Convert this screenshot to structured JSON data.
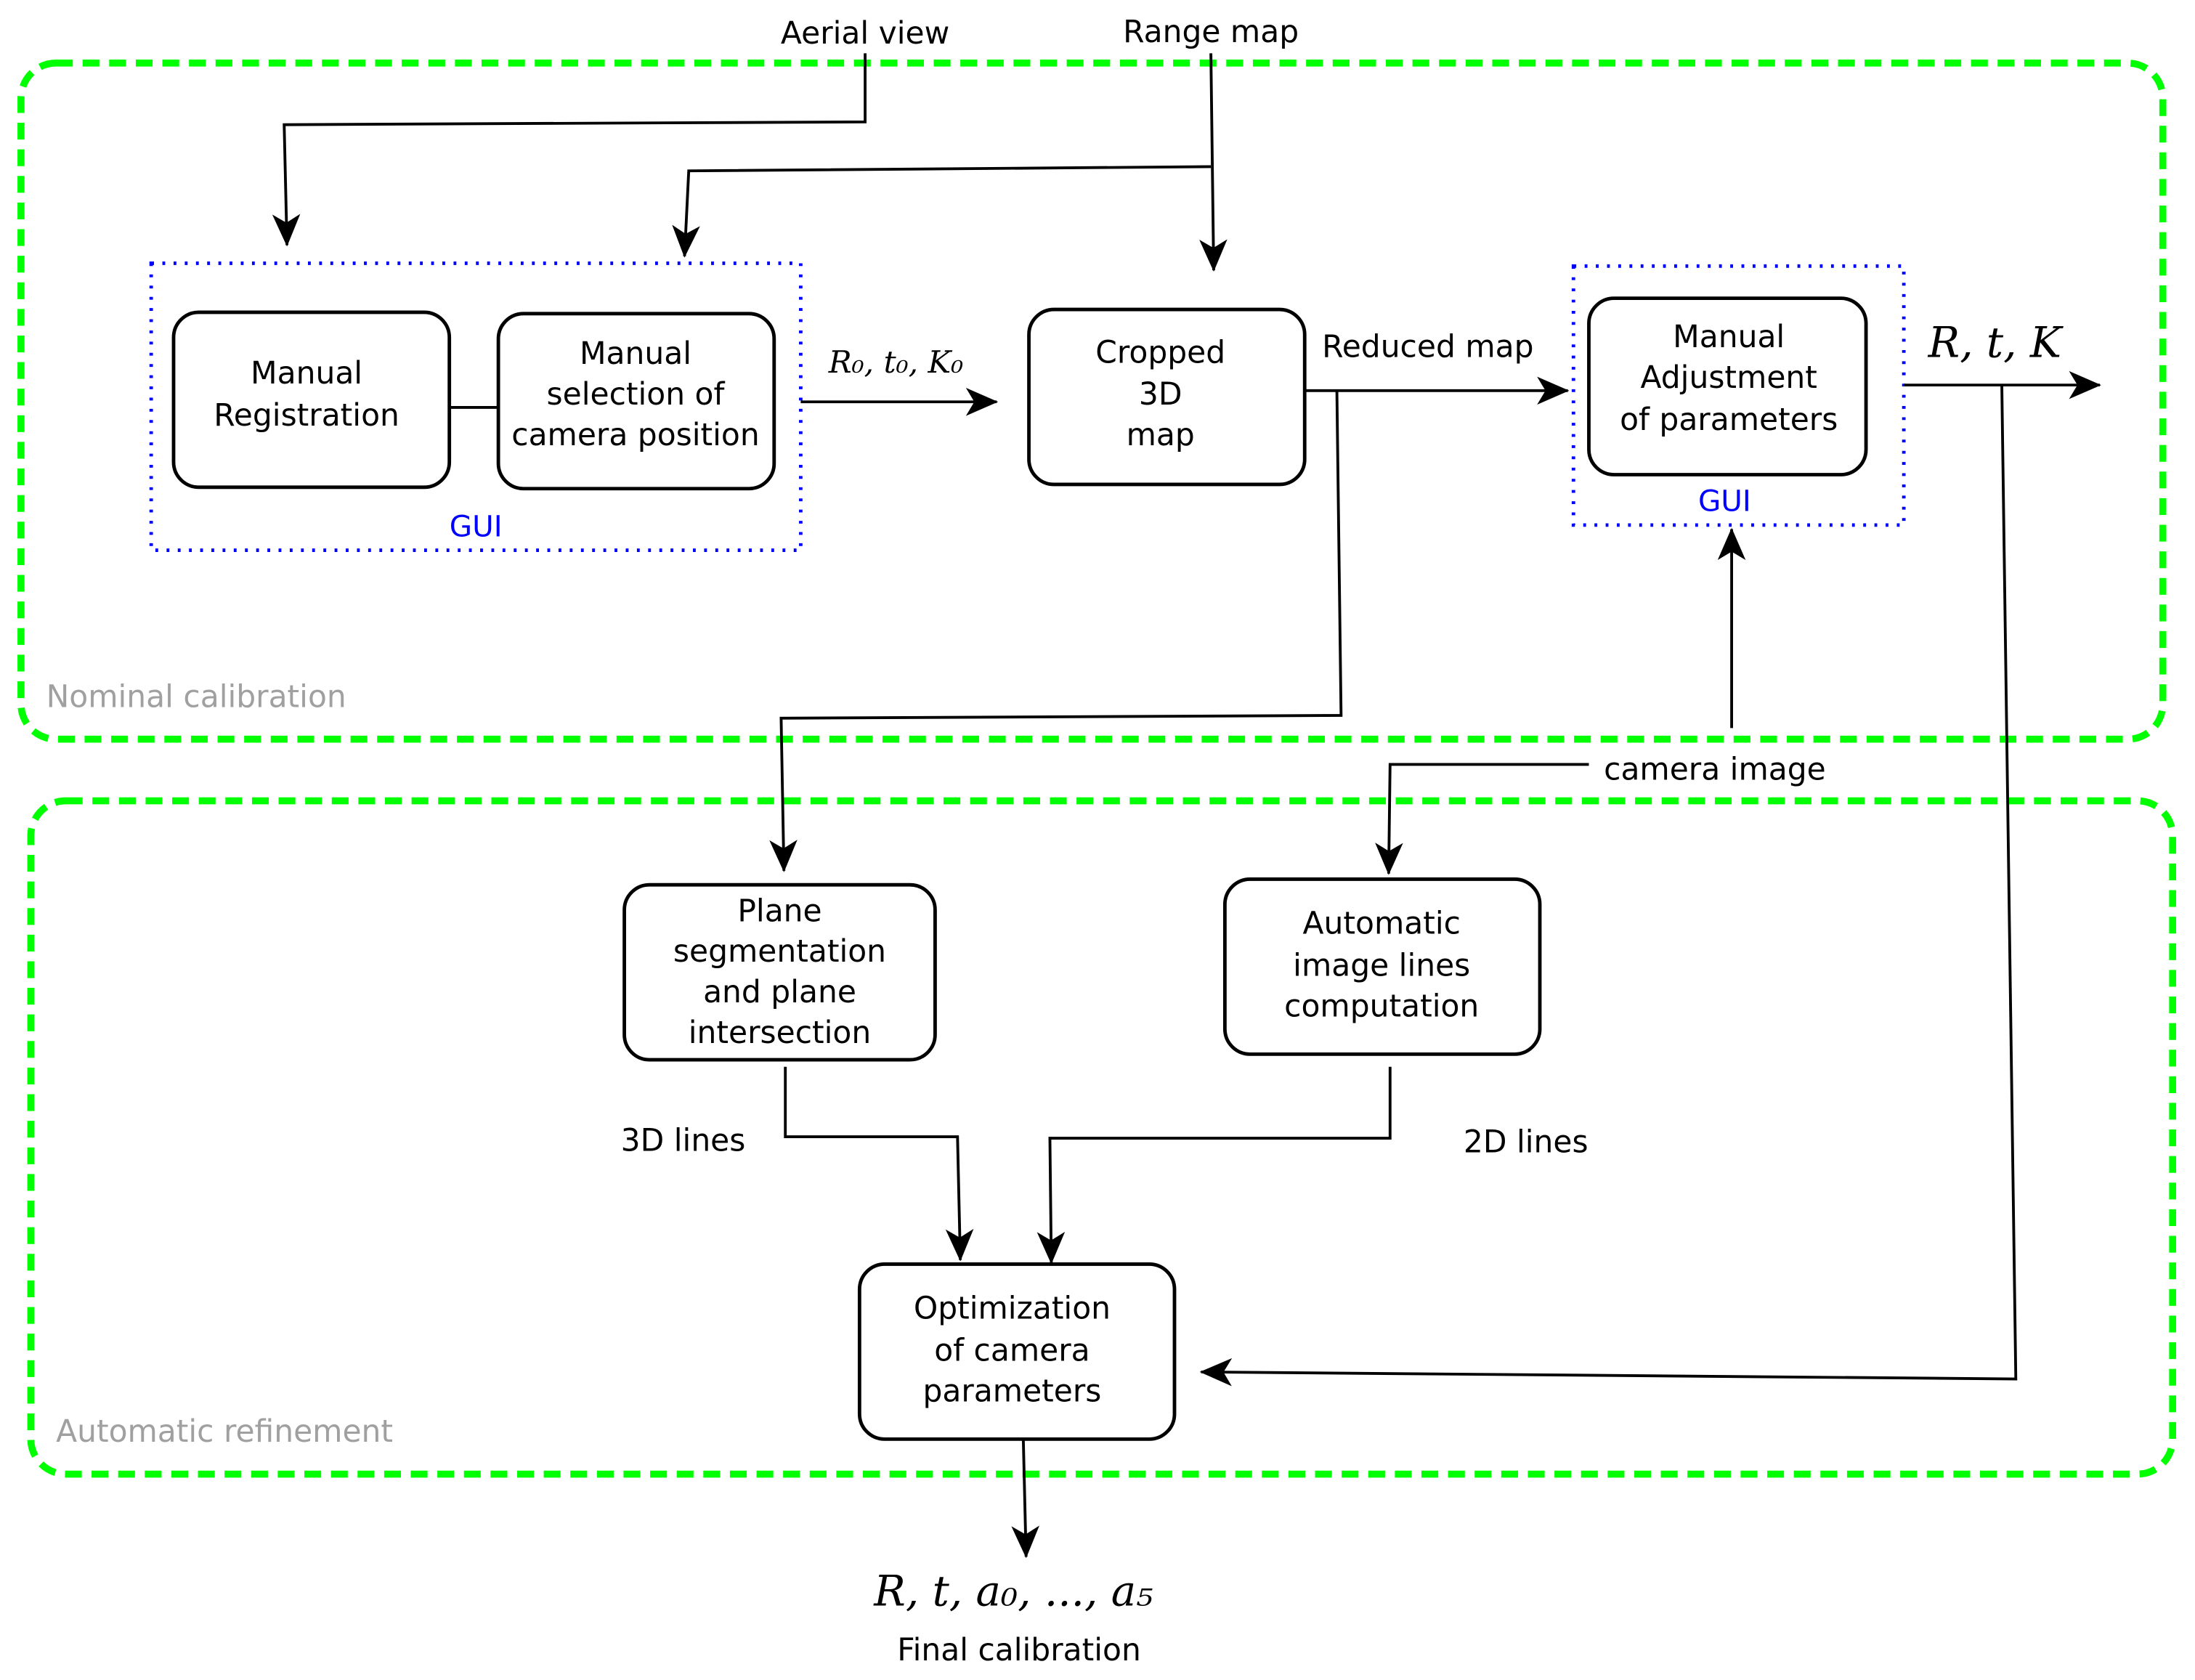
{
  "inputs": {
    "aerial_view": "Aerial view",
    "range_map": "Range map",
    "camera_image": "camera image"
  },
  "groups": {
    "nominal": "Nominal calibration",
    "automatic": "Automatic refinement",
    "gui_label": "GUI"
  },
  "boxes": {
    "manual_registration": [
      "Manual",
      "Registration"
    ],
    "manual_selection": [
      "Manual",
      "selection of",
      "camera position"
    ],
    "cropped_map": [
      "Cropped",
      "3D",
      "map"
    ],
    "manual_adjustment": [
      "Manual",
      "Adjustment",
      "of parameters"
    ],
    "plane_segmentation": [
      "Plane",
      "segmentation",
      "and plane",
      "intersection"
    ],
    "image_lines": [
      "Automatic",
      "image lines",
      "computation"
    ],
    "optimization": [
      "Optimization",
      "of camera",
      "parameters"
    ]
  },
  "edge_labels": {
    "initial_params": "R₀, t₀, K₀",
    "reduced_map": "Reduced map",
    "nominal_params": "R, t, K",
    "lines_3d": "3D lines",
    "lines_2d": "2D lines",
    "final_params": "R, t, a₀, ..., a₅",
    "final_calibration": "Final calibration"
  },
  "colors": {
    "group_border": "#00ff00",
    "gui_border": "#0000ff",
    "group_label": "#a0a0a0"
  }
}
